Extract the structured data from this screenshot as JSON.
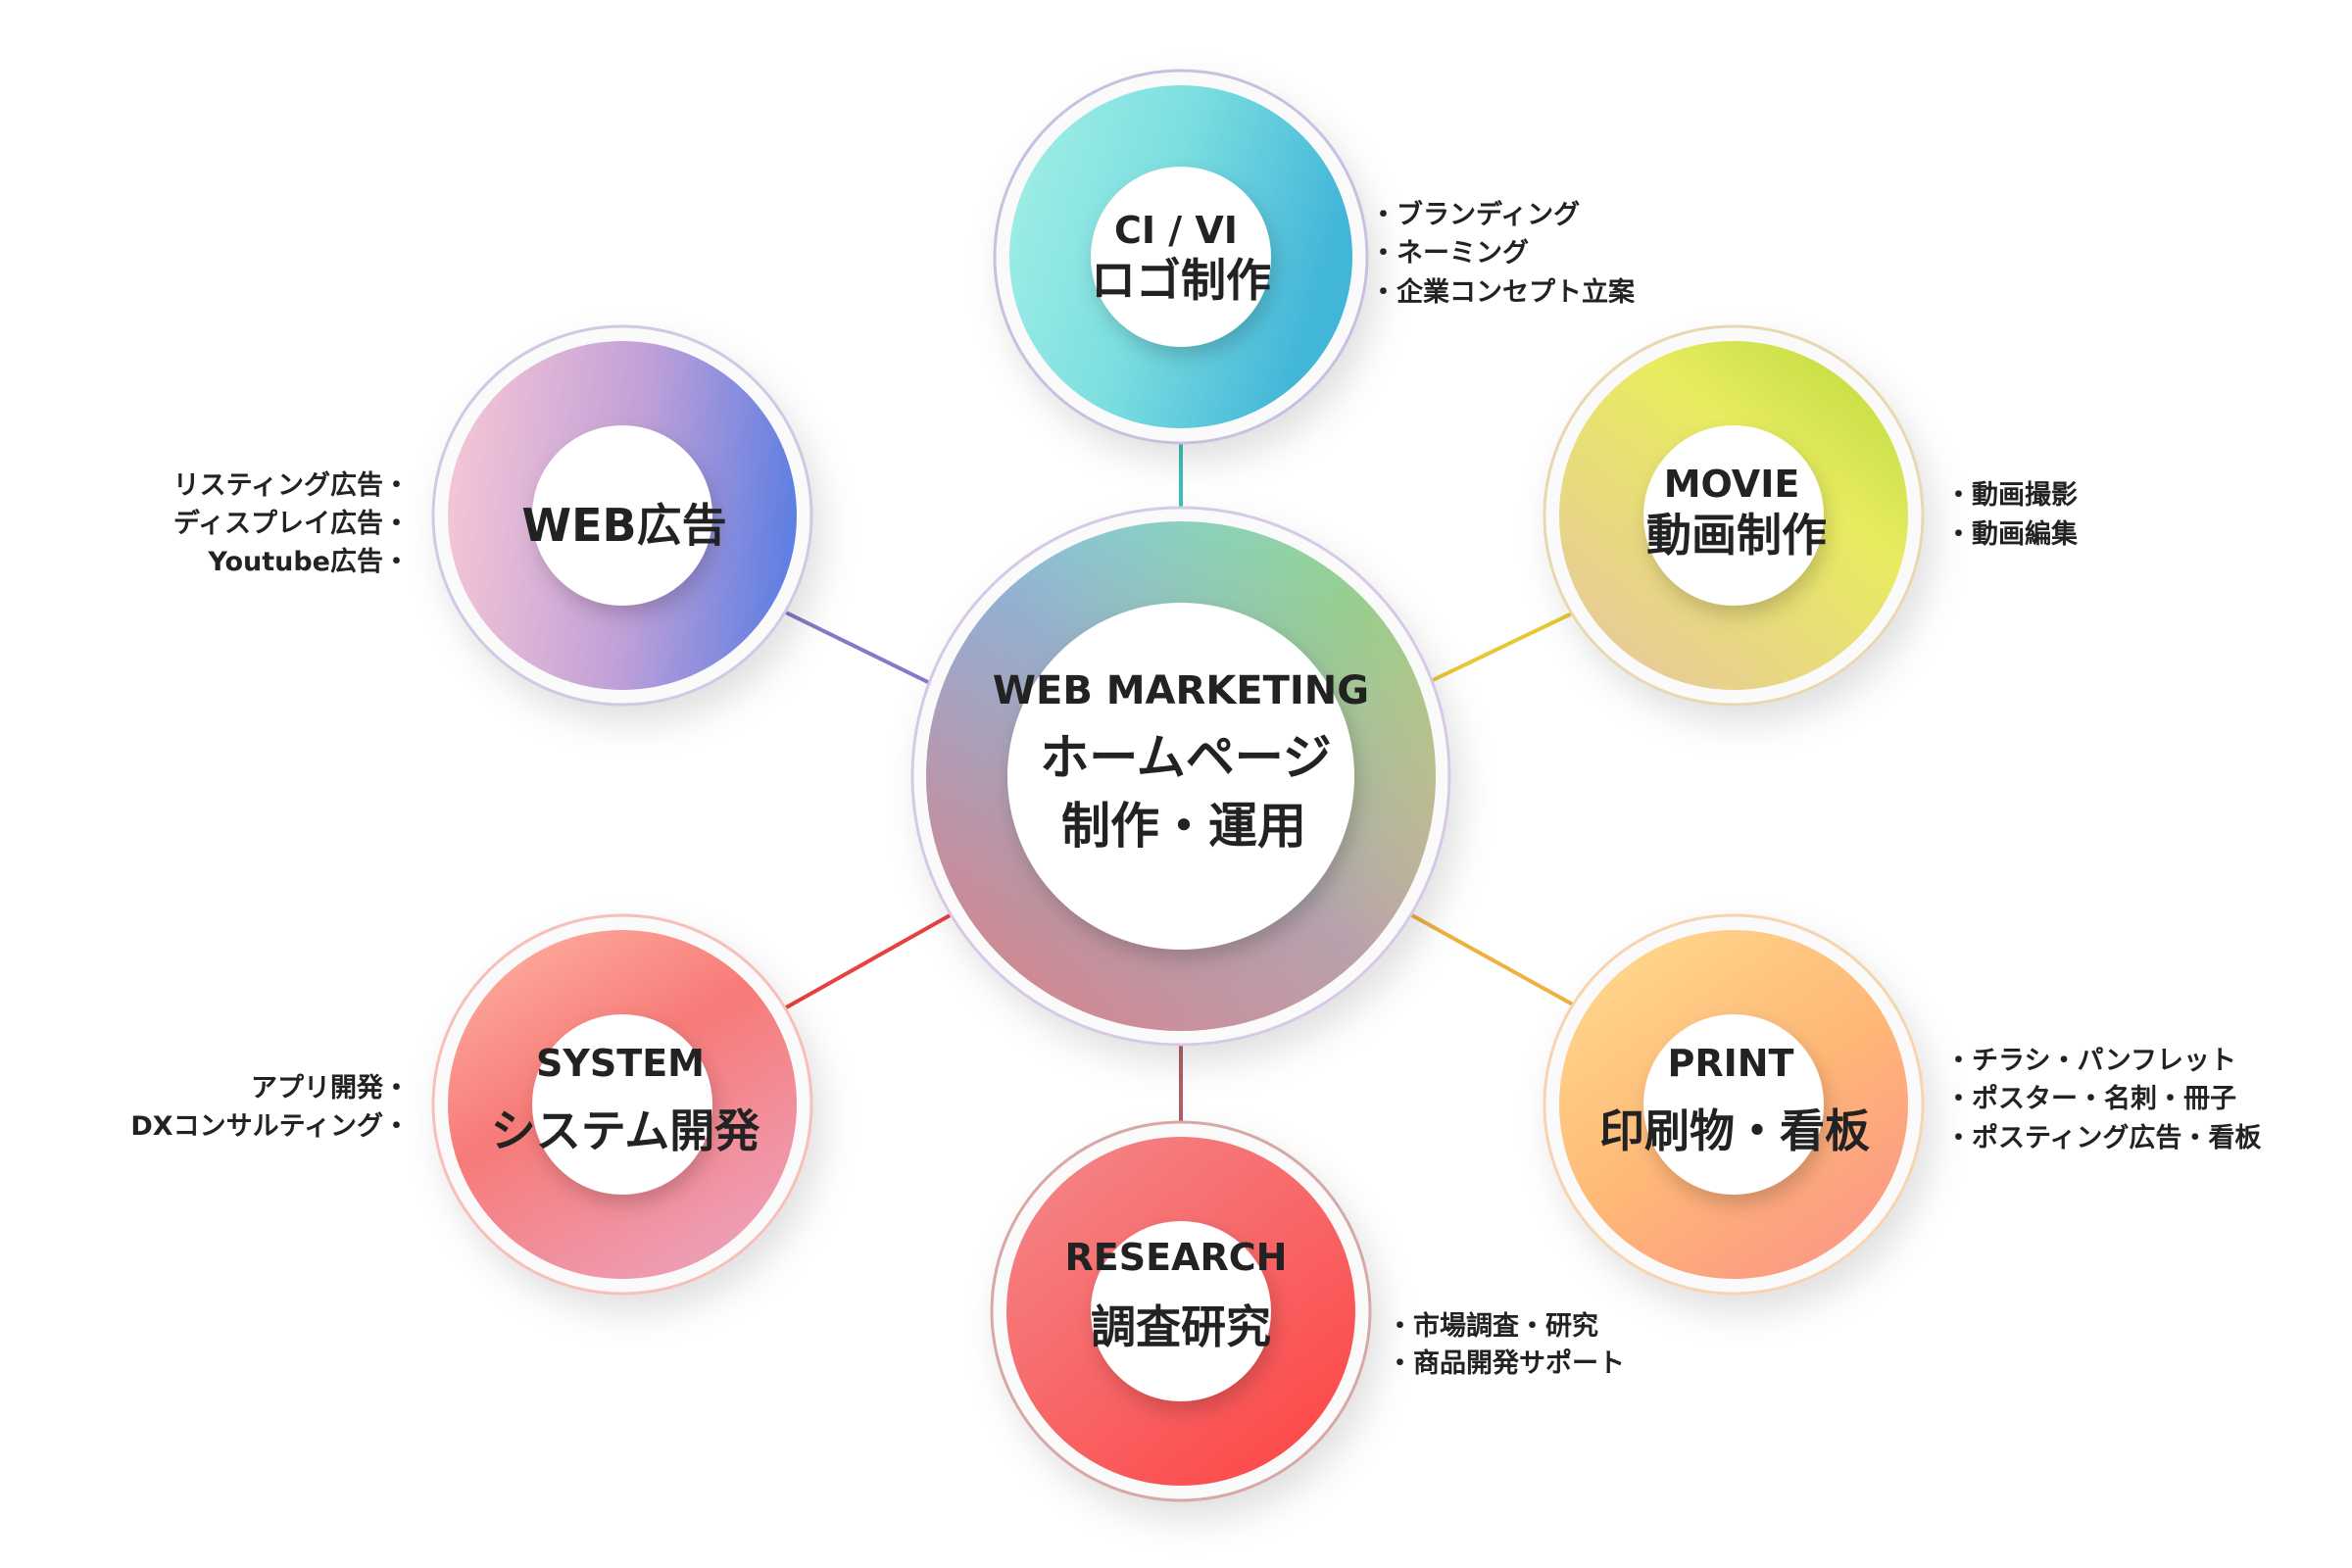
{
  "center": {
    "en": "WEB MARKETING",
    "jp_line1": "ホームページ",
    "jp_line2": "制作・運用"
  },
  "nodes": {
    "ci": {
      "en": "CI / VI",
      "jp": "ロゴ制作",
      "items": [
        "・ブランディング",
        "・ネーミング",
        "・企業コンセプト立案"
      ],
      "color": "#3bbfb7"
    },
    "movie": {
      "en": "MOVIE",
      "jp": "動画制作",
      "items": [
        "・動画撮影",
        "・動画編集"
      ],
      "color": "#e6c832"
    },
    "web_ad": {
      "jp": "WEB広告",
      "items": [
        "リスティング広告・",
        "ディスプレイ広告・",
        "Youtube広告・"
      ],
      "color": "#8878c8"
    },
    "system": {
      "en": "SYSTEM",
      "jp": "システム開発",
      "items": [
        "アプリ開発・",
        "DXコンサルティング・"
      ],
      "color": "#e84040"
    },
    "print": {
      "en": "PRINT",
      "jp": "印刷物・看板",
      "items": [
        "・チラシ・パンフレット",
        "・ポスター・名刺・冊子",
        "・ポスティング広告・看板"
      ],
      "color": "#f0b040"
    },
    "research": {
      "en": "RESEARCH",
      "jp": "調査研究",
      "items": [
        "・市場調査・研究",
        "・商品開発サポート"
      ],
      "color": "#b06060"
    }
  }
}
